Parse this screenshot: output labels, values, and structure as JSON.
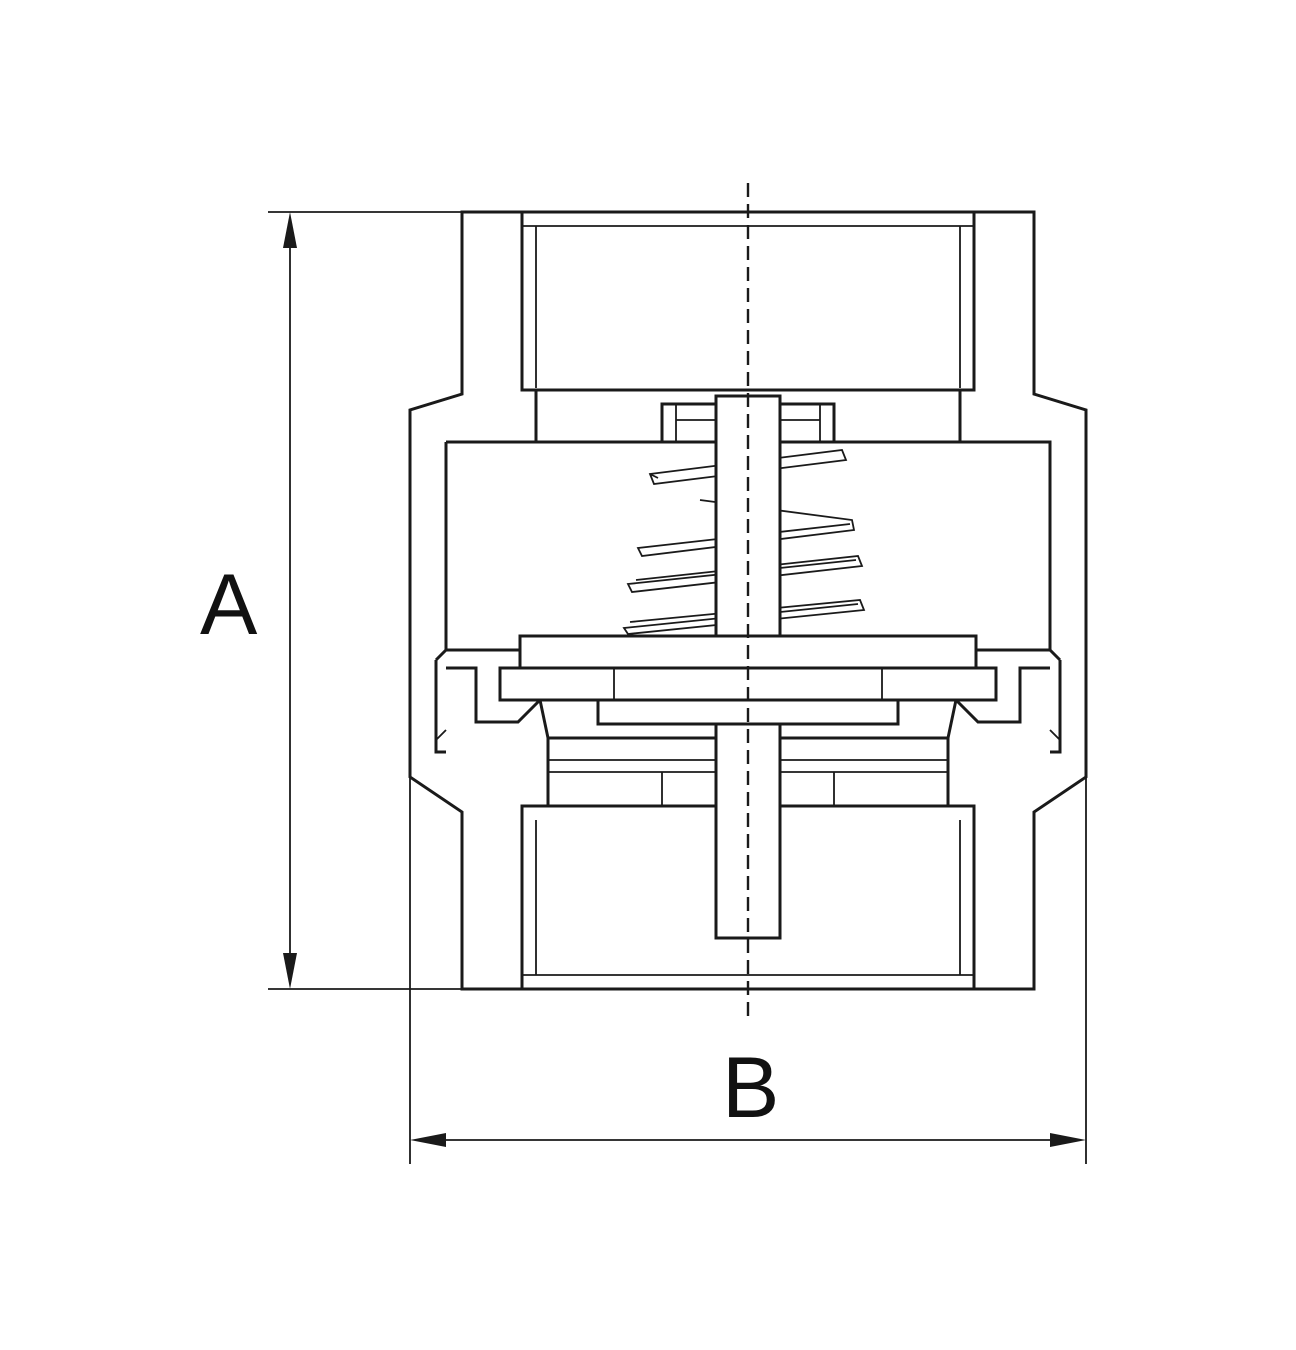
{
  "drawing": {
    "dimensions": [
      {
        "id": "height",
        "label": "A"
      },
      {
        "id": "width",
        "label": "B"
      }
    ],
    "colors": {
      "line": "#1a1a1a",
      "background": "#ffffff"
    }
  }
}
